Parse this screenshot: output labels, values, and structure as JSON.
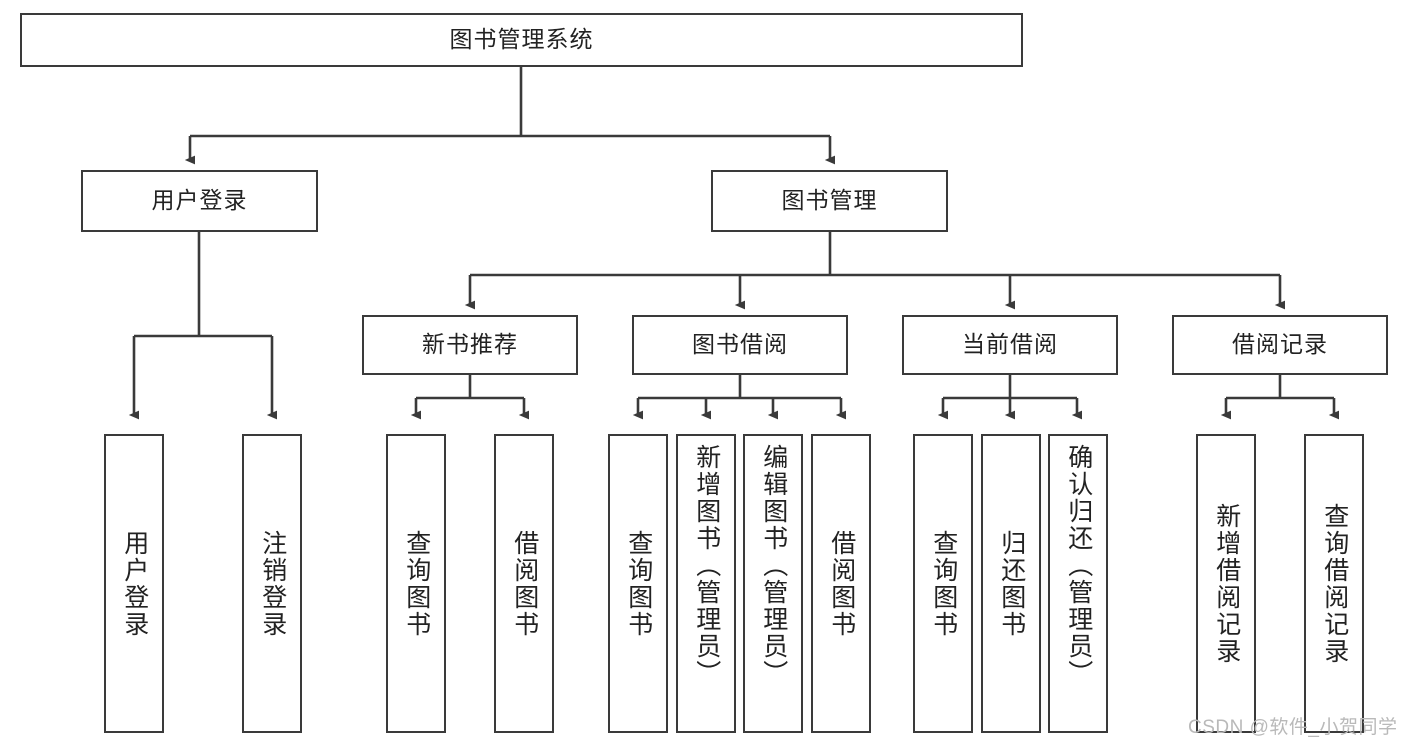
{
  "diagram": {
    "type": "tree-hierarchy-diagram",
    "title": "图书管理系统",
    "watermark": "CSDN @软件_小贺同学",
    "colors": {
      "background": "#ffffff",
      "box_border": "#3a3a3a",
      "connector": "#3a3a3a",
      "text": "#222222",
      "watermark": "#b9b9b9"
    },
    "root": {
      "label": "图书管理系统",
      "children": [
        {
          "label": "用户登录",
          "children": [
            {
              "label": "用户登录"
            },
            {
              "label": "注销登录"
            }
          ]
        },
        {
          "label": "图书管理",
          "children": [
            {
              "label": "新书推荐",
              "children": [
                {
                  "label": "查询图书"
                },
                {
                  "label": "借阅图书"
                }
              ]
            },
            {
              "label": "图书借阅",
              "children": [
                {
                  "label": "查询图书"
                },
                {
                  "label": "新增图书（管理员）"
                },
                {
                  "label": "编辑图书（管理员）"
                },
                {
                  "label": "借阅图书"
                }
              ]
            },
            {
              "label": "当前借阅",
              "children": [
                {
                  "label": "查询图书"
                },
                {
                  "label": "归还图书"
                },
                {
                  "label": "确认归还（管理员）"
                }
              ]
            },
            {
              "label": "借阅记录",
              "children": [
                {
                  "label": "新增借阅记录"
                },
                {
                  "label": "查询借阅记录"
                }
              ]
            }
          ]
        }
      ]
    },
    "nodes": {
      "root_title": "图书管理系统",
      "level2": {
        "user_login": "用户登录",
        "book_manage": "图书管理"
      },
      "level3": {
        "new_book_recommend": "新书推荐",
        "book_borrow": "图书借阅",
        "current_borrow": "当前借阅",
        "borrow_record": "借阅记录"
      },
      "leaves": {
        "user_login_1": "用户登录",
        "user_login_2": "注销登录",
        "recommend_1": "查询图书",
        "recommend_2": "借阅图书",
        "borrow_1": "查询图书",
        "borrow_2": "新增图书（管理员）",
        "borrow_3": "编辑图书（管理员）",
        "borrow_4": "借阅图书",
        "current_1": "查询图书",
        "current_2": "归还图书",
        "current_3": "确认归还（管理员）",
        "record_1": "新增借阅记录",
        "record_2": "查询借阅记录"
      }
    }
  }
}
